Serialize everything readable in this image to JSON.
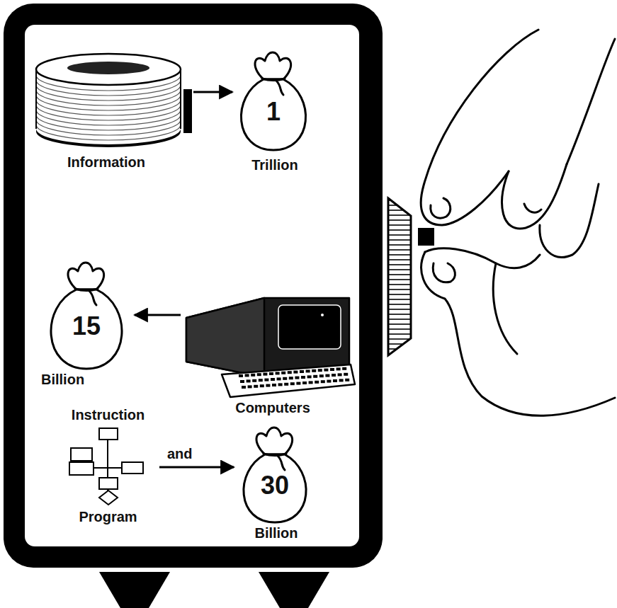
{
  "diagram": {
    "nodes": [
      {
        "text": [
          "Information"
        ]
      },
      {
        "text": [
          "1",
          "Trillion"
        ]
      },
      {
        "text": [
          "15",
          "Billion"
        ]
      },
      {
        "text": [
          "Computers"
        ]
      },
      {
        "text": [
          "Instruction",
          "Program"
        ]
      },
      {
        "text": [
          "30",
          "Billion"
        ]
      }
    ],
    "edges": [
      {
        "from": 0,
        "to": 1,
        "arrow": "to"
      },
      {
        "from": 3,
        "to": 2,
        "arrow": "to"
      },
      {
        "from": 4,
        "to": 5,
        "label": "and",
        "arrow": "to"
      }
    ]
  }
}
